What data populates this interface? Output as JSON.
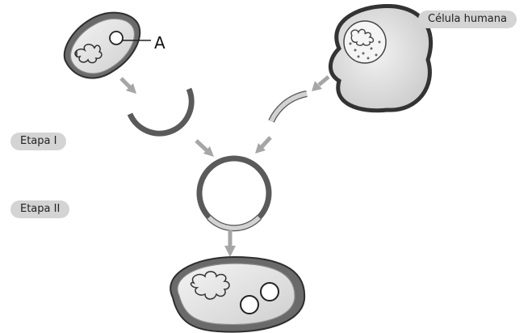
{
  "labels": {
    "a": "A",
    "etapa_1": "Etapa I",
    "etapa_2": "Etapa II",
    "celula_humana": "Célula humana"
  },
  "colors": {
    "arrow": "#a6a6a6",
    "plasmid_dark": "#5a5a5a",
    "insert_light": "#d0d0d0",
    "cell_fill": "#e6e6e6",
    "cell_outline": "#3a3a3a",
    "pill_bg": "#d4d4d4"
  }
}
